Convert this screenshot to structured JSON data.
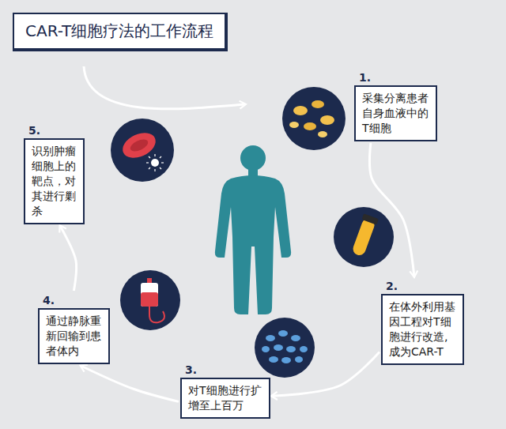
{
  "diagram": {
    "title": "CAR-T细胞疗法的工作流程",
    "nodes": [
      {
        "text": [
          "1.",
          "采集分离患者自身血液中的T细胞"
        ]
      },
      {
        "text": [
          "2.",
          "在体外利用基因工程对T细胞进行改造,成为CAR-T"
        ]
      },
      {
        "text": [
          "3.",
          "对T细胞进行扩增至上百万"
        ]
      },
      {
        "text": [
          "4.",
          "通过静脉重新回输到患者体内"
        ]
      },
      {
        "text": [
          "5.",
          "识别肿瘤细胞上的靶点，对其进行剿杀"
        ]
      }
    ],
    "edges": [
      {
        "from": 0,
        "to": 1,
        "arrow": "to"
      },
      {
        "from": 1,
        "to": 2,
        "arrow": "to"
      },
      {
        "from": 2,
        "to": 3,
        "arrow": "to"
      },
      {
        "from": 3,
        "to": 4,
        "arrow": "to"
      }
    ]
  }
}
